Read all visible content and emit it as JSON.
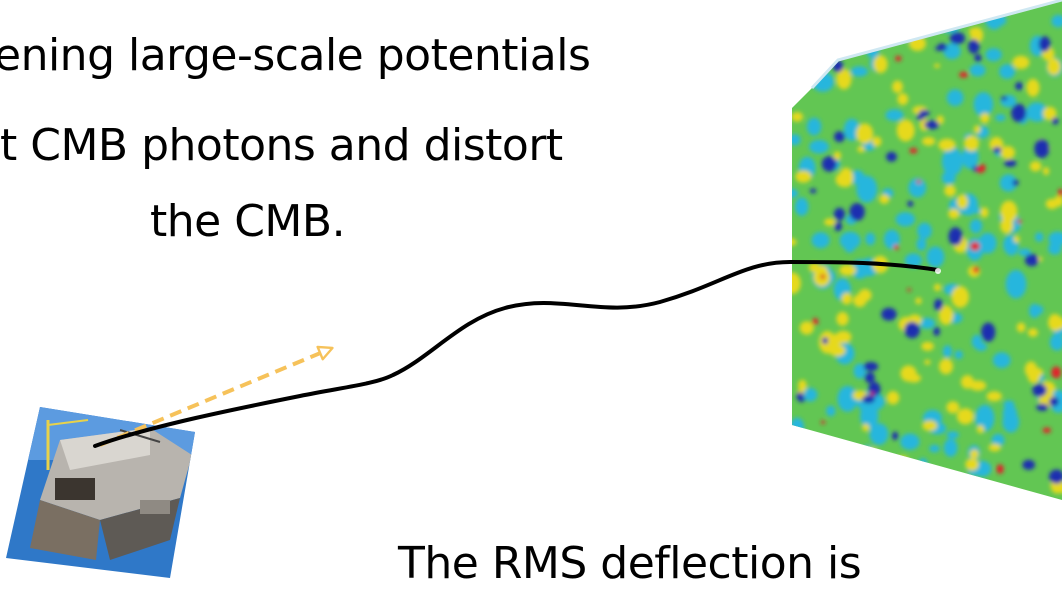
{
  "caption": {
    "line1": "ening large-scale potentials",
    "line2": "t  CMB photons and distort",
    "line3": "the CMB.",
    "line4": "The RMS deflection is"
  },
  "colors": {
    "ray": "#000000",
    "unlensed_arrow": "#f6c25a",
    "cmb_low": "#1f2fb0",
    "cmb_mid": "#4ec04a",
    "cmb_high": "#e0232b",
    "cmb_cold": "#27b6dd",
    "cmb_warm": "#e6d91e"
  },
  "icons": {
    "telescope": "telescope-photo-icon",
    "cmb_map": "cmb-sky-map-icon"
  }
}
